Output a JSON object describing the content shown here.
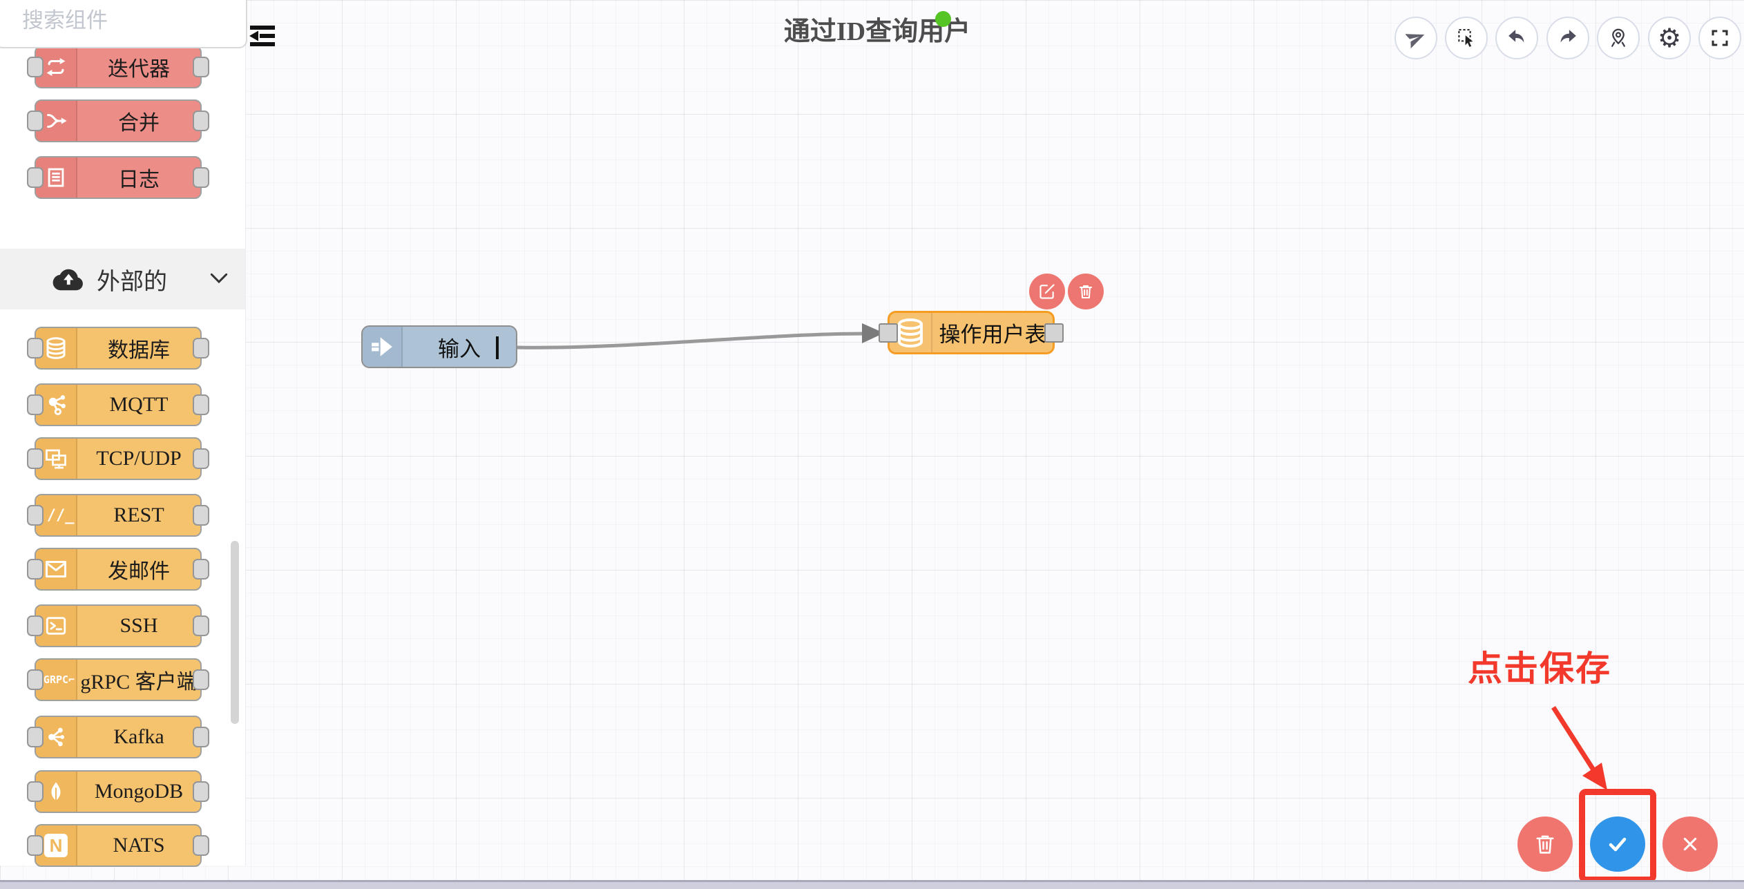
{
  "sidebar": {
    "search": {
      "placeholder": "搜索组件"
    },
    "red_items": [
      {
        "label": "迭代器",
        "icon": "iterator-icon"
      },
      {
        "label": "合并",
        "icon": "merge-icon"
      },
      {
        "label": "日志",
        "icon": "log-icon"
      }
    ],
    "external_group": {
      "label": "外部的",
      "icon": "cloud-upload-icon"
    },
    "external_items": [
      {
        "label": "数据库",
        "icon": "database-icon"
      },
      {
        "label": "MQTT",
        "icon": "mqtt-icon"
      },
      {
        "label": "TCP/UDP",
        "icon": "tcp-udp-icon"
      },
      {
        "label": "REST",
        "icon": "rest-icon",
        "icon_text": "://_"
      },
      {
        "label": "发邮件",
        "icon": "mail-icon"
      },
      {
        "label": "SSH",
        "icon": "ssh-icon"
      },
      {
        "label": "gRPC 客户端",
        "icon": "grpc-icon",
        "icon_text": "⌐GRPC⌐"
      },
      {
        "label": "Kafka",
        "icon": "kafka-icon"
      },
      {
        "label": "MongoDB",
        "icon": "mongodb-icon"
      },
      {
        "label": "NATS",
        "icon": "nats-icon",
        "icon_text": "N"
      }
    ]
  },
  "header": {
    "title": "通过ID查询用户",
    "status_color": "#55c424"
  },
  "toolbar": {
    "buttons": [
      "deploy",
      "marquee-select",
      "undo",
      "redo",
      "locate",
      "settings",
      "fullscreen"
    ]
  },
  "canvas": {
    "nodes": [
      {
        "label": "输入",
        "type": "input"
      },
      {
        "label": "操作用户表",
        "type": "database",
        "selected": true
      }
    ],
    "edge": {
      "from": "输入",
      "to": "操作用户表"
    }
  },
  "node_actions": {
    "edit": "edit-icon",
    "delete": "trash-icon"
  },
  "footer_actions": {
    "delete_color": "#f0756e",
    "save_color": "#3095e8",
    "cancel_color": "#f0756e"
  },
  "annotation": {
    "text": "点击保存",
    "color": "#f2392c"
  },
  "colors": {
    "palette_red": "#ec8d87",
    "palette_orange": "#f5c26e",
    "node_input_blue": "#adc2d5",
    "selected_border": "#f59c23",
    "edge_gray": "#999999"
  }
}
